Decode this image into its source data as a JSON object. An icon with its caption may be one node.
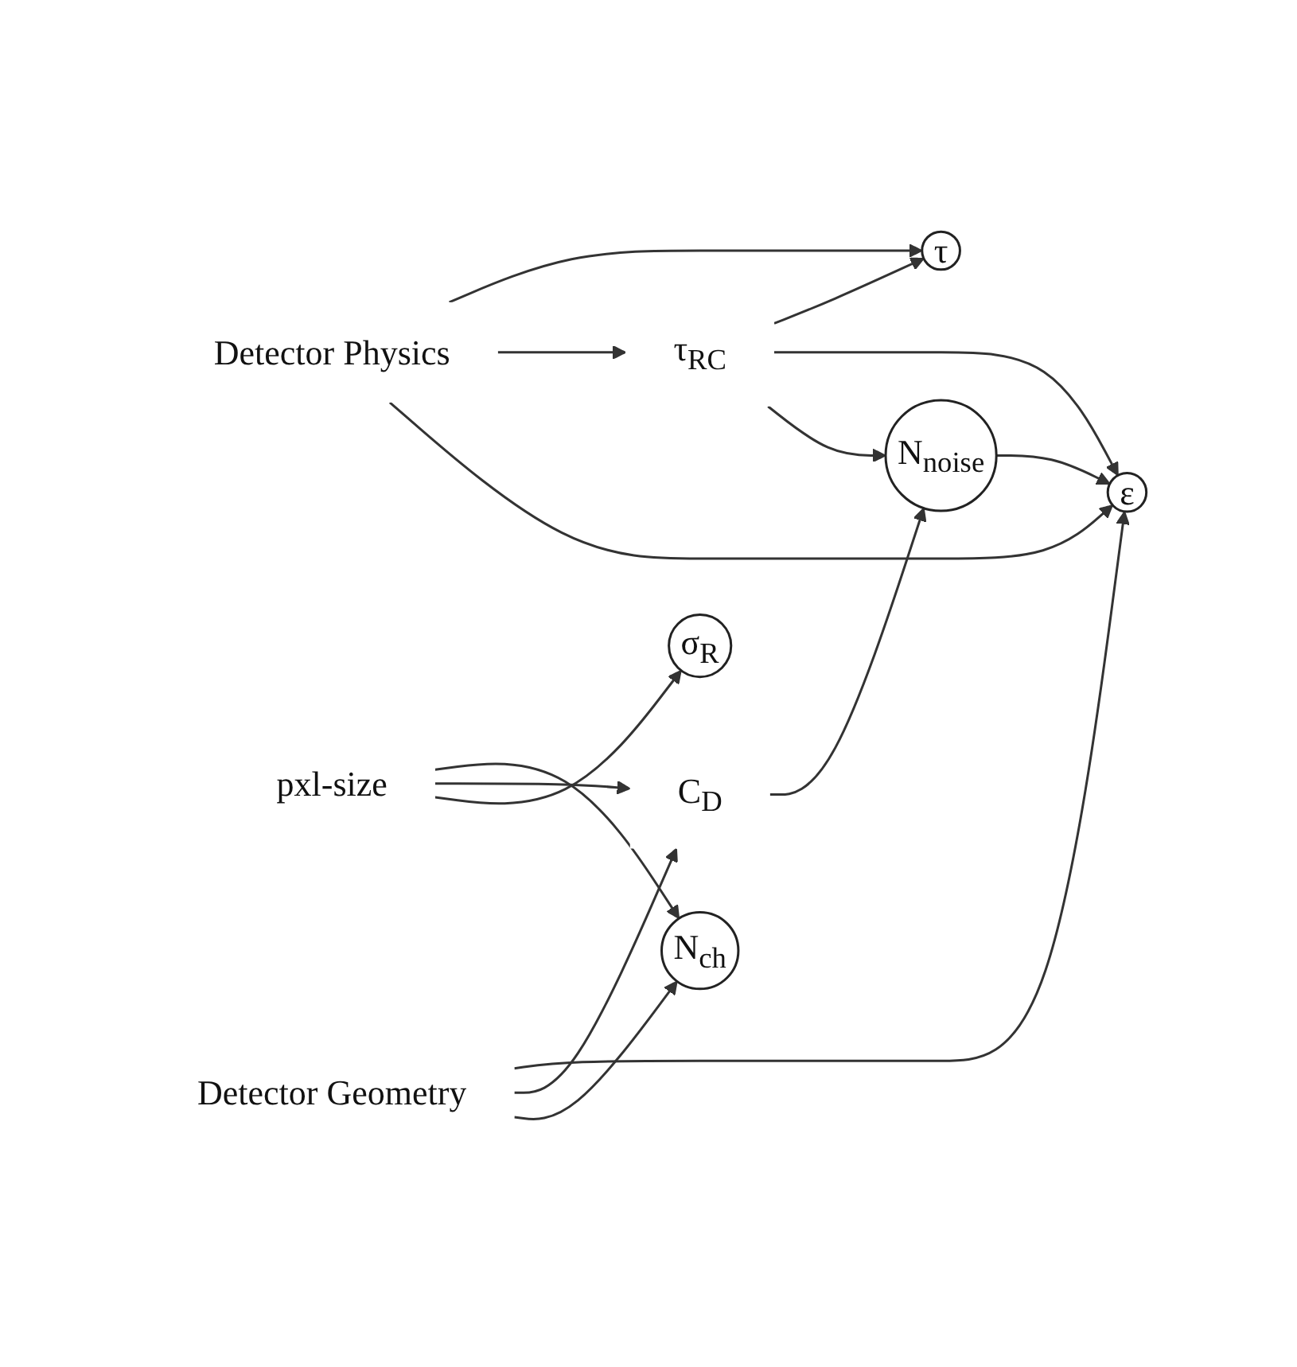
{
  "diagram": {
    "nodes": [
      {
        "text": [
          "τ"
        ]
      },
      {
        "text": [
          "Detector Physics"
        ]
      },
      {
        "text": [
          "τ$_{RC}$"
        ]
      },
      {
        "text": [
          "ε"
        ]
      },
      {
        "text": [
          "N$_{noise}$"
        ]
      },
      {
        "text": [
          "Detector Geometry"
        ]
      },
      {
        "text": [
          "C$_{D}$"
        ]
      },
      {
        "text": [
          "N$_{ch}$"
        ]
      },
      {
        "text": [
          "σ$_{R}$"
        ]
      },
      {
        "text": [
          "pxl-size"
        ]
      }
    ],
    "edges": [
      {
        "from": 1,
        "to": 0,
        "arrow": "to"
      },
      {
        "from": 1,
        "to": 2,
        "arrow": "to"
      },
      {
        "from": 1,
        "to": 3,
        "arrow": "to"
      },
      {
        "from": 2,
        "to": 0,
        "arrow": "to"
      },
      {
        "from": 2,
        "to": 3,
        "arrow": "to"
      },
      {
        "from": 2,
        "to": 4,
        "arrow": "to"
      },
      {
        "from": 4,
        "to": 3,
        "arrow": "to"
      },
      {
        "from": 5,
        "to": 3,
        "arrow": "to"
      },
      {
        "from": 5,
        "to": 6,
        "arrow": "to"
      },
      {
        "from": 5,
        "to": 7,
        "arrow": "to"
      },
      {
        "from": 6,
        "to": 4,
        "arrow": "to"
      },
      {
        "from": 9,
        "to": 7,
        "arrow": "to"
      },
      {
        "from": 9,
        "to": 6,
        "arrow": "to"
      },
      {
        "from": 9,
        "to": 8,
        "arrow": "to"
      }
    ]
  }
}
